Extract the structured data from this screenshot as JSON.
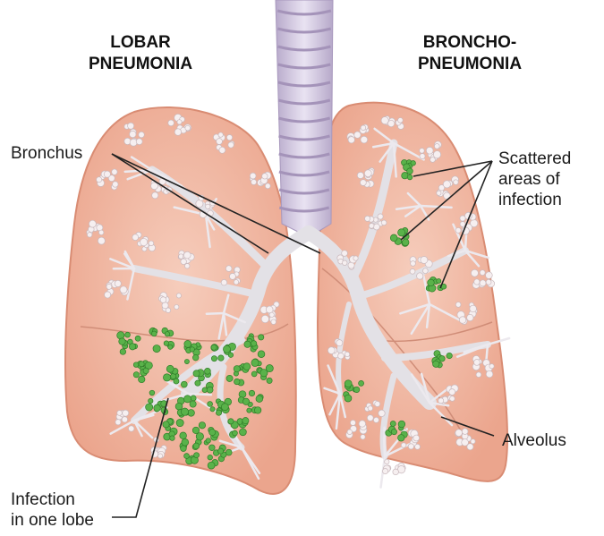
{
  "headers": {
    "left": [
      "LOBAR",
      "PNEUMONIA"
    ],
    "right": [
      "BRONCHO-",
      "PNEUMONIA"
    ]
  },
  "labels": {
    "bronchus": "Bronchus",
    "scattered": [
      "Scattered",
      "areas of",
      "infection"
    ],
    "alveolus": "Alveolus",
    "infection_lobe": [
      "Infection",
      "in one lobe"
    ]
  },
  "colors": {
    "lung_fill": "#f1b59f",
    "lung_edge": "#d98c73",
    "trachea": "#dcd3ea",
    "bronchi": "#e8e6ea",
    "infection_green": "#5ab24a",
    "alveoli": "#f6eff0",
    "leader_line": "#222222"
  }
}
